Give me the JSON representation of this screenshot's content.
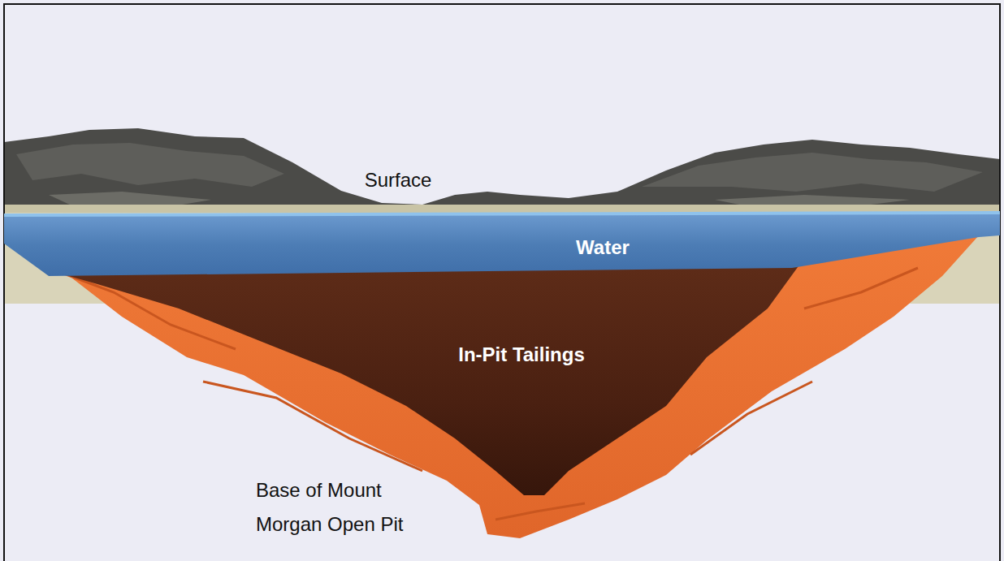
{
  "diagram": {
    "nodes": [
      {
        "text": [
          "Water"
        ]
      },
      {
        "text": [
          "In-Pit Tailings"
        ]
      }
    ],
    "labels": [
      "Surface",
      "Base of Mount Morgan Open Pit"
    ]
  }
}
